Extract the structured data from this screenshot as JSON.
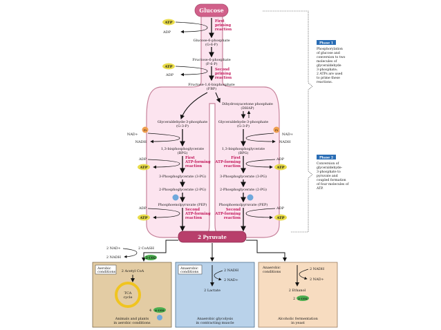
{
  "glucose": "Glucose",
  "pyruvate": "2 Pyruvate",
  "cofactors": {
    "atp": "ATP",
    "adp": "ADP",
    "nad": "NAD+",
    "nadh": "NADH",
    "pi": "Pi"
  },
  "steps": {
    "g6p": [
      "Glucose-6-phosphate",
      "(G-6-P)"
    ],
    "f6p": [
      "Fructose-6-phosphate",
      "(F-6-P)"
    ],
    "fbp": [
      "Fructose-1,6-bisphosphate",
      "(FBP)"
    ],
    "dhap": [
      "Dihydroxyacetone phosphate",
      "(DHAP)"
    ],
    "g3p": [
      "Glyceraldehyde-3-phosphate",
      "(G-3-P)"
    ],
    "bpg": [
      "1,3-bisphosphoglycerate",
      "(BPG)"
    ],
    "pg3": "3-Phosphoglycerate (3-PG)",
    "pg2": "2-Phosphoglycerate (2-PG)",
    "pep": "Phosphoenolpyruvate (PEP)"
  },
  "reactions": {
    "first_priming": [
      "First",
      "priming",
      "reaction"
    ],
    "second_priming": [
      "Second",
      "priming",
      "reaction"
    ],
    "first_atp": [
      "First",
      "ATP-forming",
      "reaction"
    ],
    "second_atp": [
      "Second",
      "ATP-forming",
      "reaction"
    ]
  },
  "phase1": {
    "tag": "Phase 1",
    "lines": [
      "Phosphorylation",
      "of glucose and",
      "conversion to two",
      "molecules of",
      "glyceraldehyde",
      "3-phosphate;",
      "2 ATPs are used",
      "to prime these",
      "reactions."
    ]
  },
  "phase2": {
    "tag": "Phase 2",
    "lines": [
      "Conversion of",
      "glyceraldehyde-",
      "3-phosphate to",
      "pyruvate and",
      "coupled formation",
      "of four molecules of",
      "ATP."
    ]
  },
  "fates": {
    "nad_in": "2 NAD+",
    "nadh_in": "2 NADH",
    "coash": "2 CoASH",
    "co2": "2 CO2",
    "aerobic": {
      "condition": [
        "Aerobic",
        "conditions"
      ],
      "product": "2 Acetyl CoA",
      "cycle": [
        "TCA",
        "cycle"
      ],
      "co2": "4 CO2",
      "h2o": "4 H2O",
      "caption": [
        "Animals and plants",
        "in aerobic conditions"
      ]
    },
    "anaerobic_muscle": {
      "condition": [
        "Anaerobic",
        "conditions"
      ],
      "nadh": "2 NADH",
      "nad": "2 NAD+",
      "product": "2 Lactate",
      "caption": [
        "Anaerobic glycolysis",
        "in contracting muscle"
      ]
    },
    "anaerobic_yeast": {
      "condition": [
        "Anaerobic",
        "conditions"
      ],
      "nadh": "2 NADH",
      "nad": "2 NAD+",
      "product": "2 Ethanol",
      "co2": "2 CO2",
      "caption": [
        "Alcoholic fermentation",
        "in yeast"
      ]
    }
  },
  "colors": {
    "pink_fill": "#fce4ef",
    "pink_stroke": "#c7829b",
    "magenta": "#c2185b",
    "glucose_fill": "#d1608a",
    "pyruvate_fill": "#b83f6b",
    "atp_fill": "#e9dc4a",
    "co2_fill": "#4caf50",
    "phase_tag": "#2a6db5",
    "box_tan": "#e3ccA4",
    "box_blue": "#b9d2ea",
    "box_peach": "#f7dcc0",
    "tca_ring": "#f0c420"
  }
}
